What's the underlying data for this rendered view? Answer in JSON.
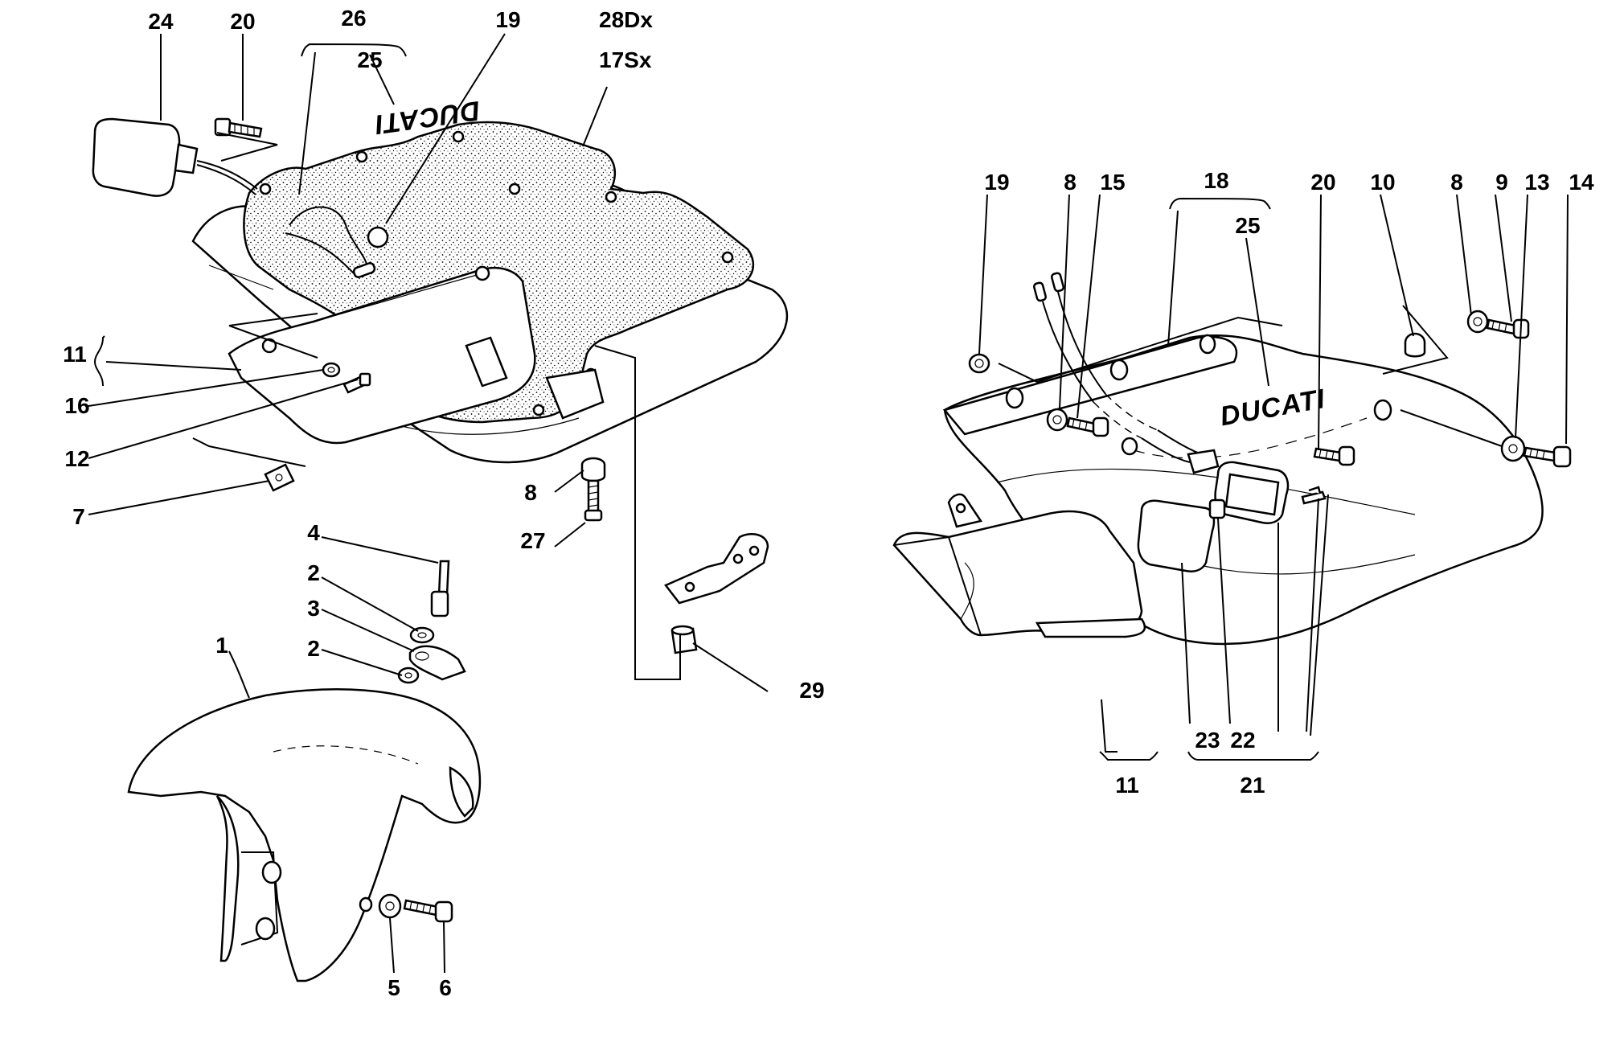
{
  "labels": {
    "l24": "24",
    "l20a": "20",
    "l26": "26",
    "l19a": "19",
    "l28dx": "28Dx",
    "l17sx": "17Sx",
    "l25a": "25",
    "l11a": "11",
    "l16": "16",
    "l12": "12",
    "l7": "7",
    "l8a": "8",
    "l27": "27",
    "l4": "4",
    "l2a": "2",
    "l3": "3",
    "l2b": "2",
    "l1": "1",
    "l29": "29",
    "l5": "5",
    "l6": "6",
    "l19b": "19",
    "l8b": "8",
    "l15": "15",
    "l18": "18",
    "l25b": "25",
    "l20b": "20",
    "l10": "10",
    "l8c": "8",
    "l9": "9",
    "l13": "13",
    "l14": "14",
    "l23": "23",
    "l22": "22",
    "l11b": "11",
    "l21": "21"
  },
  "brand_text_left": "DUCATI",
  "brand_text_right": "DUCATI"
}
